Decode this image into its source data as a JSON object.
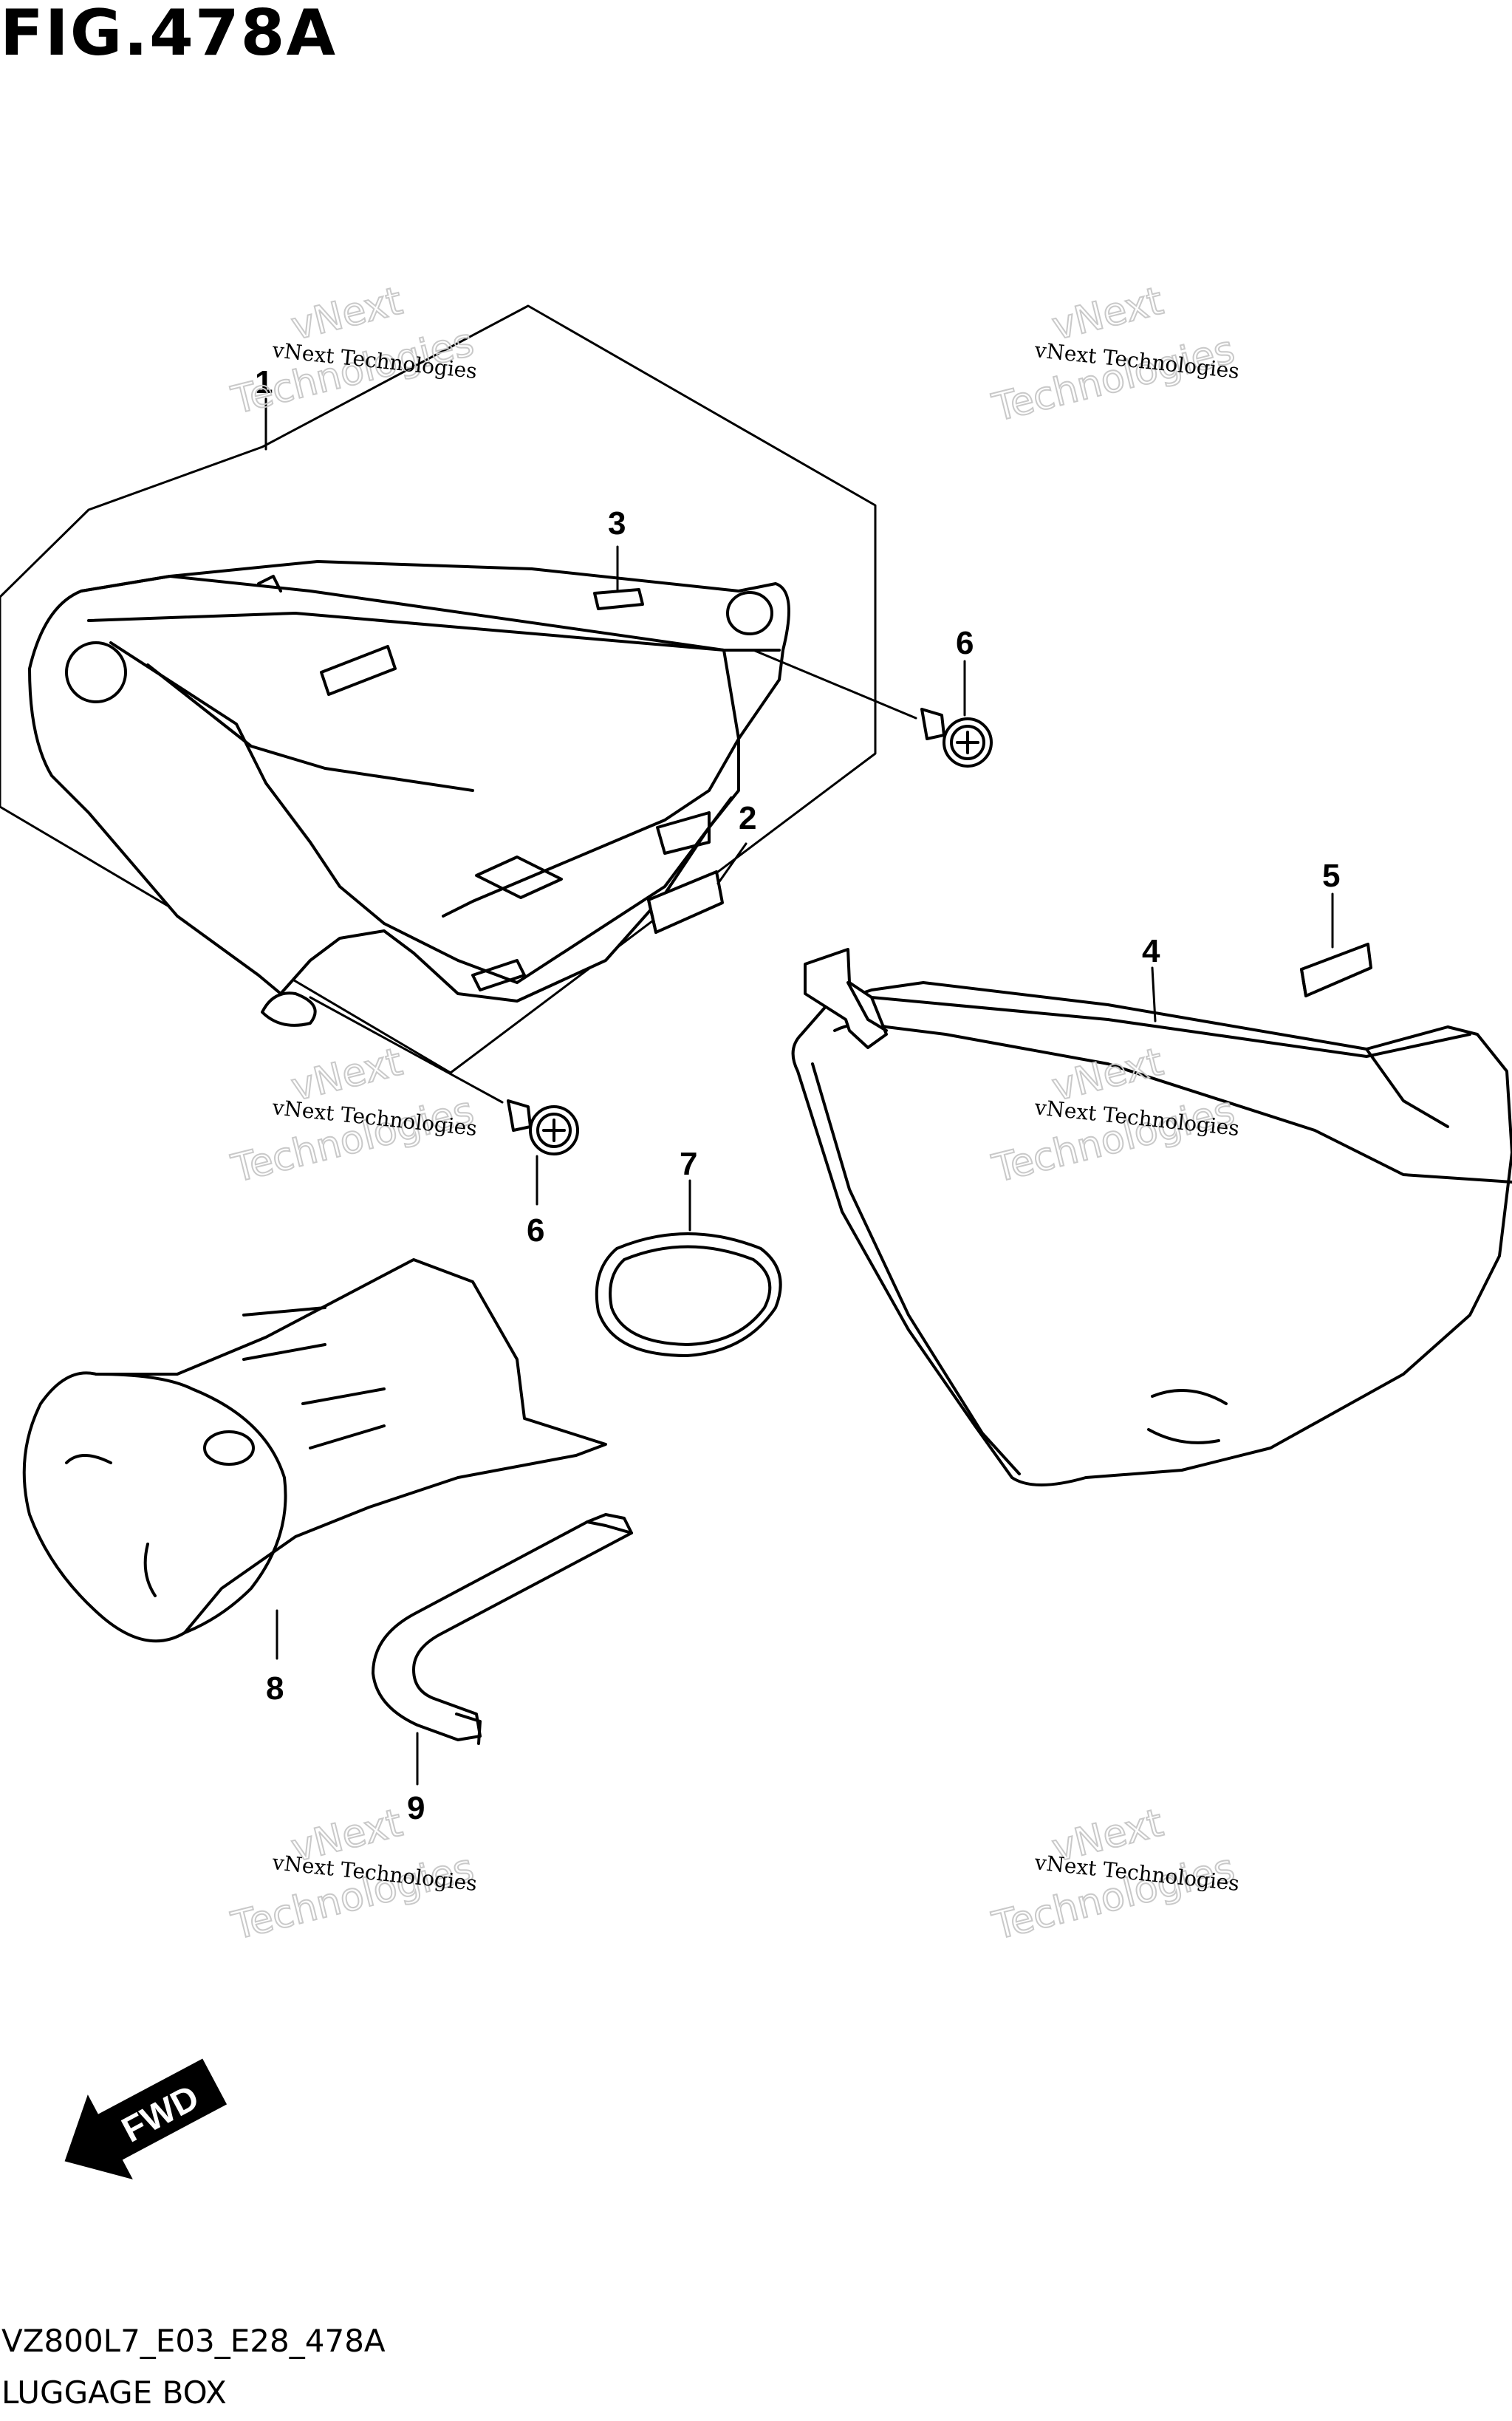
{
  "figure": {
    "title": "FIG.478A",
    "code": "VZ800L7_E03_E28_478A",
    "name": "LUGGAGE BOX"
  },
  "watermark": {
    "line_small": "vNext Technologies",
    "line_big_1": "vNext",
    "line_big_2": "Technologies"
  },
  "parts": [
    {
      "id": "1"
    },
    {
      "id": "2"
    },
    {
      "id": "3"
    },
    {
      "id": "4"
    },
    {
      "id": "5"
    },
    {
      "id": "6"
    },
    {
      "id": "6"
    },
    {
      "id": "7"
    },
    {
      "id": "8"
    },
    {
      "id": "9"
    }
  ],
  "direction_badge": "FWD"
}
